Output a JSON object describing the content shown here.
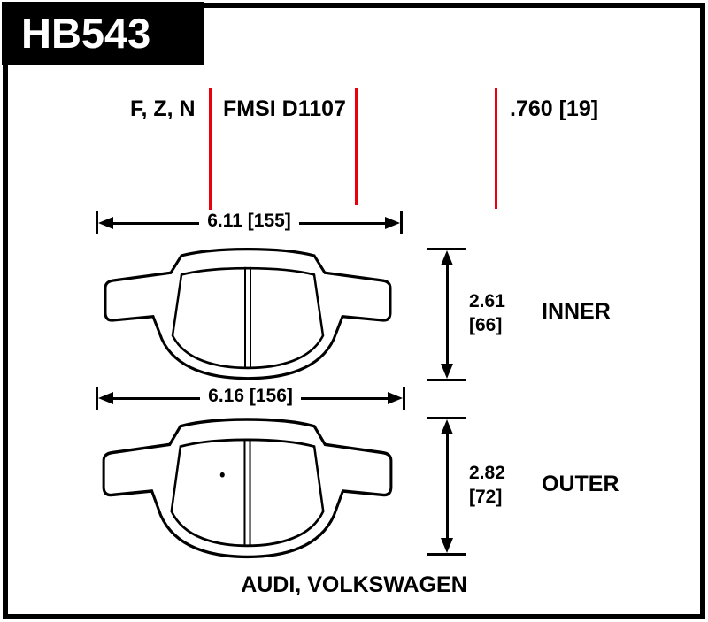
{
  "banner": {
    "part_number": "HB543"
  },
  "header": {
    "compounds": "F, Z, N",
    "fmsi": "FMSI D1107",
    "pad_thickness": ".760 [19]"
  },
  "pads": {
    "inner": {
      "width": "6.11 [155]",
      "height_value": "2.61",
      "height_bracket": "[66]",
      "label": "INNER"
    },
    "outer": {
      "width": "6.16 [156]",
      "height_value": "2.82",
      "height_bracket": "[72]",
      "label": "OUTER"
    }
  },
  "footer": {
    "vehicles": "AUDI, VOLKSWAGEN"
  },
  "colors": {
    "accent_red": "#e8000d",
    "ink": "#000000"
  }
}
